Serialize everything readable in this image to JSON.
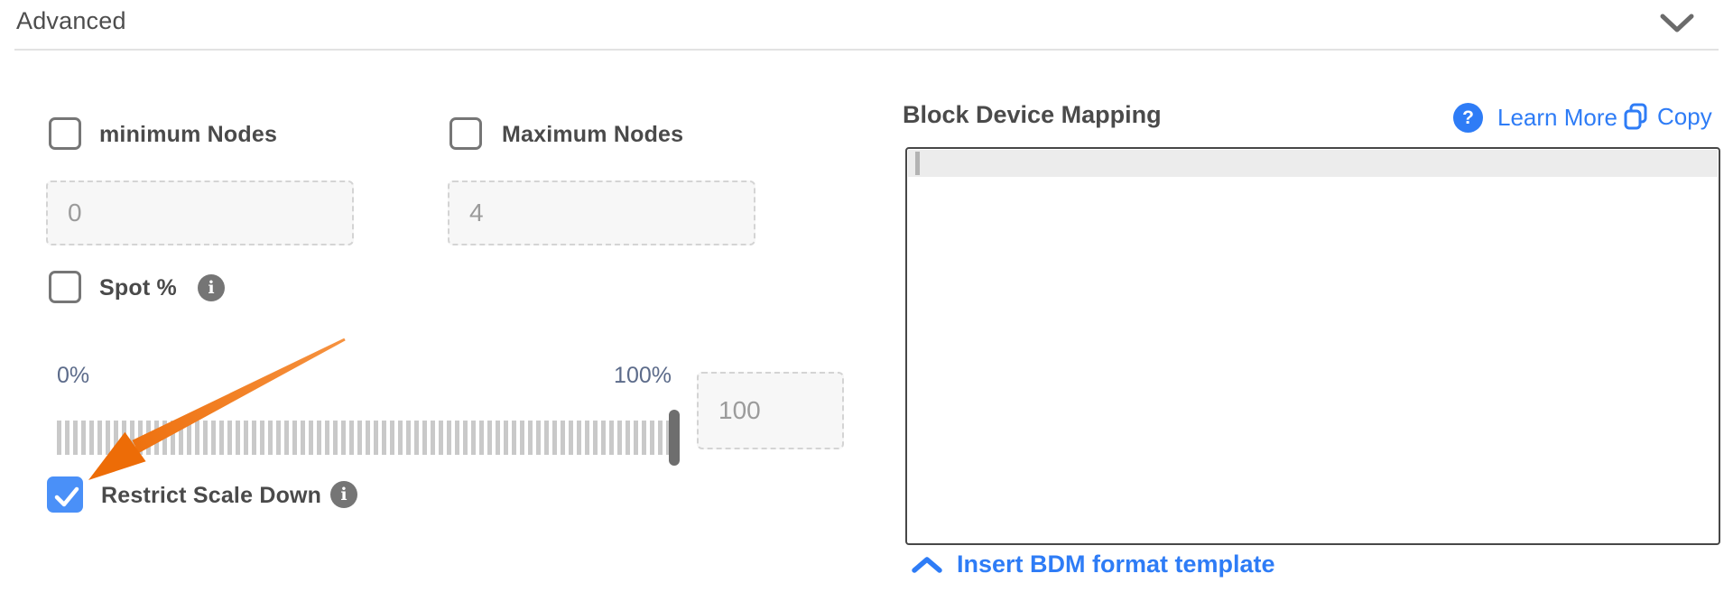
{
  "header": {
    "title": "Advanced"
  },
  "form": {
    "min_nodes": {
      "label": "minimum Nodes",
      "value": "0",
      "checked": false
    },
    "max_nodes": {
      "label": "Maximum Nodes",
      "value": "4",
      "checked": false
    },
    "spot": {
      "label": "Spot %",
      "checked": false
    },
    "slider": {
      "min_label": "0%",
      "max_label": "100%",
      "value": "100"
    },
    "restrict": {
      "label": "Restrict Scale Down",
      "checked": true
    }
  },
  "bdm": {
    "title": "Block Device Mapping",
    "learn_more_label": "Learn More",
    "copy_label": "Copy",
    "editor_content": "",
    "template_link_label": "Insert BDM format template"
  },
  "icons": {
    "info_glyph": "i",
    "help_glyph": "?"
  },
  "colors": {
    "link_blue": "#2e7cf6",
    "checkbox_checked_blue": "#4a90f8",
    "arrow_orange": "#ee720e",
    "label_gray": "#4a4a4a",
    "slider_label_blue": "#5c6b8a"
  }
}
